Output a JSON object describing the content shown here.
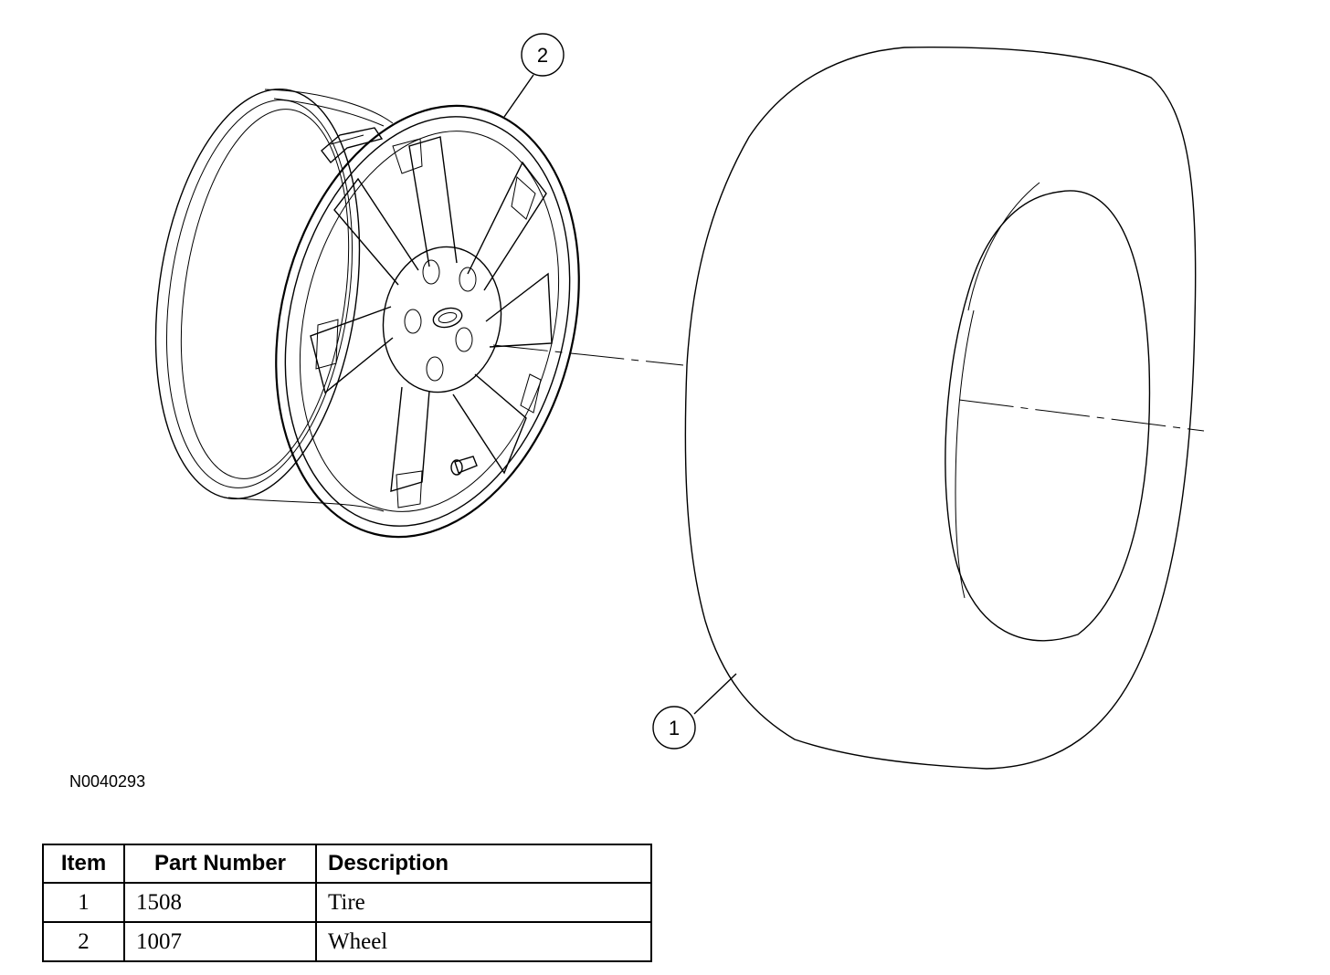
{
  "figure": {
    "id": "N0040293",
    "callouts": [
      {
        "number": "1",
        "part": "tire"
      },
      {
        "number": "2",
        "part": "wheel"
      }
    ]
  },
  "table": {
    "headers": {
      "item": "Item",
      "part_number": "Part Number",
      "description": "Description"
    },
    "rows": [
      {
        "item": "1",
        "part_number": "1508",
        "description": "Tire"
      },
      {
        "item": "2",
        "part_number": "1007",
        "description": "Wheel"
      }
    ]
  }
}
